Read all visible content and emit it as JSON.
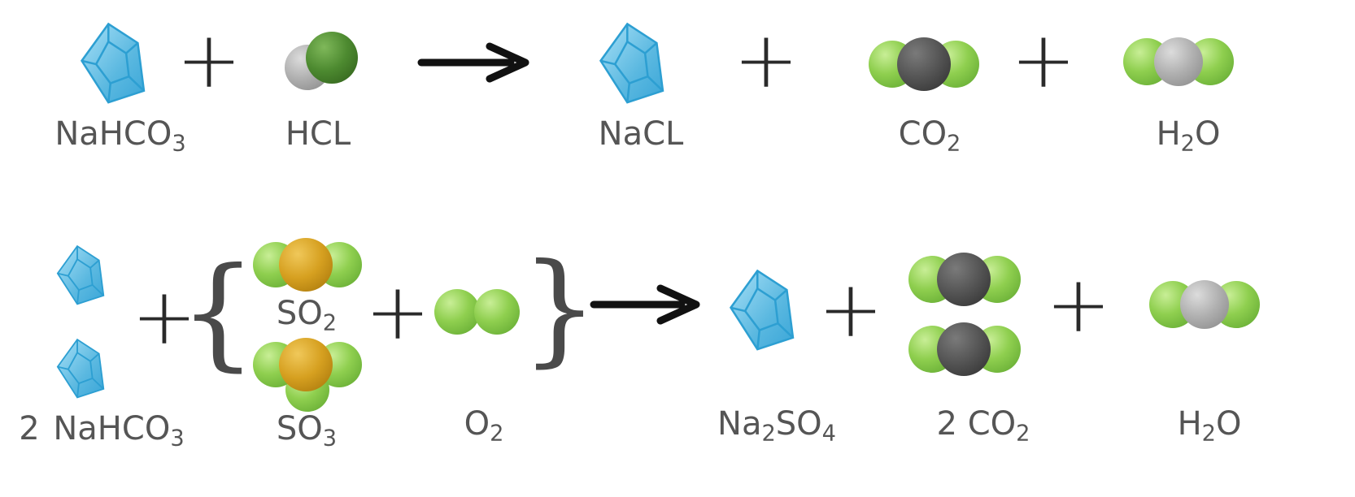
{
  "colors": {
    "crystal": "#5ab8e0",
    "crystal_edge": "#2d9fd2",
    "halogen_green": "#8fcf4f",
    "chlorine_dark_green": "#4d8a30",
    "hydrogen_gray": "#b0b0b0",
    "carbon_dark": "#555555",
    "sulfur_gold": "#d6a020",
    "label_gray": "#555555",
    "symbol_black": "#2a2a2a"
  },
  "equation1": {
    "reactant1": {
      "label": "NaHCO",
      "sub": "3"
    },
    "reactant2": {
      "label": "HCL"
    },
    "product1": {
      "label": "NaCL"
    },
    "product2": {
      "label": "CO",
      "sub": "2"
    },
    "product3": {
      "label": "H",
      "sub": "2",
      "suffix": "O"
    },
    "plus": "+",
    "arrow": "reaction-arrow"
  },
  "equation2": {
    "coefficient": "2",
    "reactant1": {
      "label": "NaHCO",
      "sub": "3"
    },
    "group": [
      {
        "label": "SO",
        "sub": "2"
      },
      {
        "label": "SO",
        "sub": "3"
      }
    ],
    "reactant3": {
      "label": "O",
      "sub": "2"
    },
    "product1": {
      "label": "Na",
      "sub": "2",
      "suffix": "SO",
      "sub2": "4"
    },
    "product2": {
      "prefix": "2 ",
      "label": "CO",
      "sub": "2"
    },
    "product3": {
      "label": "H",
      "sub": "2",
      "suffix": "O"
    },
    "plus": "+",
    "brace_open": "{",
    "brace_close": "}",
    "arrow": "reaction-arrow"
  }
}
